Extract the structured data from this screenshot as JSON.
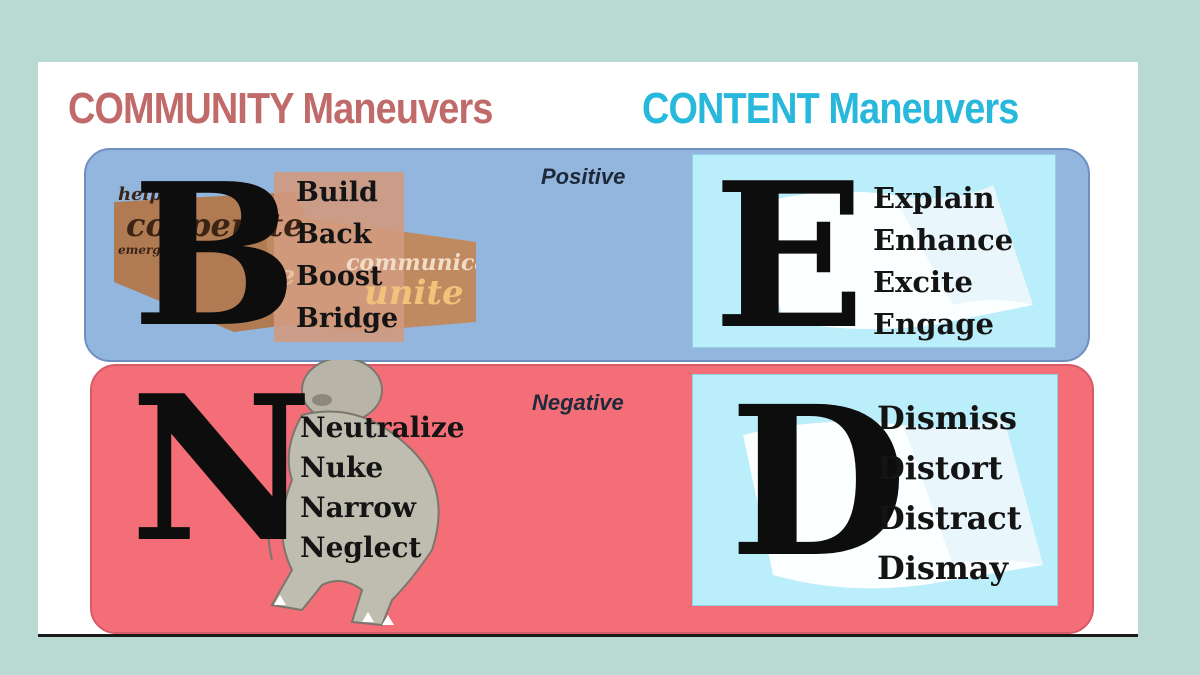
{
  "headings": {
    "community": "COMMUNITY Maneuvers",
    "content": "CONTENT Maneuvers"
  },
  "positive": {
    "label": "Positive",
    "community": {
      "letter": "B",
      "words": [
        "Build",
        "Back",
        "Boost",
        "Bridge"
      ]
    },
    "content": {
      "letter": "E",
      "words": [
        "Explain",
        "Enhance",
        "Excite",
        "Engage"
      ]
    }
  },
  "negative": {
    "label": "Negative",
    "community": {
      "letter": "N",
      "words": [
        "Neutralize",
        "Nuke",
        "Narrow",
        "Neglect"
      ]
    },
    "content": {
      "letter": "D",
      "words": [
        "Dismiss",
        "Distort",
        "Distract",
        "Dismay"
      ]
    }
  },
  "word_cloud": [
    "help",
    "cooperate",
    "emerge",
    "communicate",
    "unite",
    "se"
  ],
  "colors": {
    "background": "#b9d9d3",
    "community_heading": "#c16a6a",
    "content_heading": "#27b8dc",
    "positive_band": "#93b6df",
    "negative_band": "#f46e78",
    "card": "#b9eefa"
  },
  "icons": {
    "handshake": "handshake-word-cloud-icon",
    "creature": "troll-creature-icon",
    "page": "paper-page-icon"
  }
}
